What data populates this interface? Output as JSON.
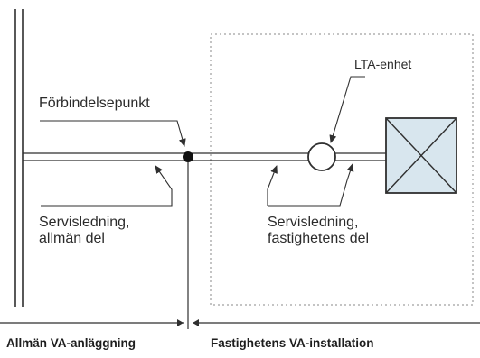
{
  "labels": {
    "forbindelsepunkt": "Förbindelsepunkt",
    "lta_enhet": "LTA-enhet",
    "servis_allman_line1": "Servisledning,",
    "servis_allman_line2": "allmän del",
    "servis_fastighet_line1": "Servisledning,",
    "servis_fastighet_line2": "fastighetens del",
    "allman_va": "Allmän VA-anläggning",
    "fastighetens_va": "Fastighetens VA-installation"
  },
  "colors": {
    "line": "#2f2f2f",
    "dotted": "#8a8a8a",
    "box_fill": "#d8e6ee",
    "text": "#2b2b2b"
  }
}
